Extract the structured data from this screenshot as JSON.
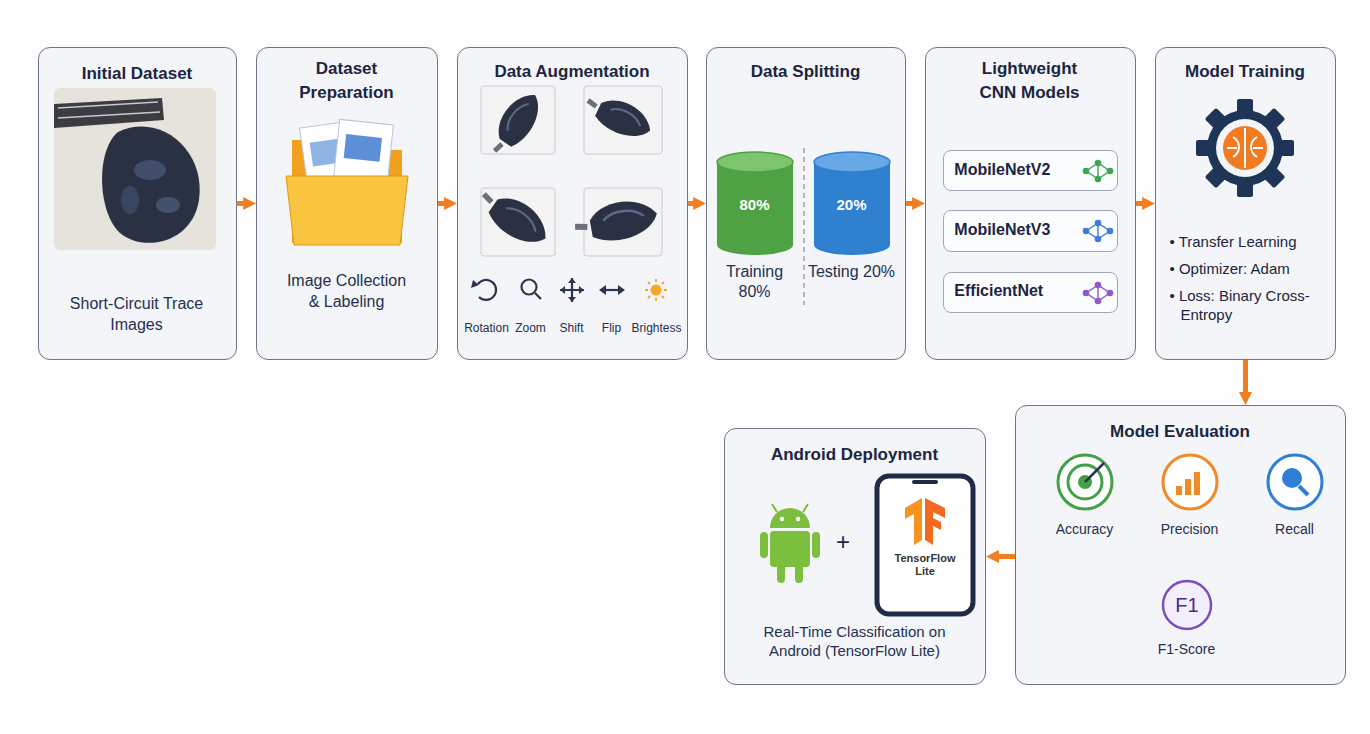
{
  "diagram": {
    "nodes": [
      {
        "text": [
          "Initial Dataset",
          "Short-Circuit Trace Images"
        ]
      },
      {
        "text": [
          "Dataset Preparation",
          "Image Collection & Labeling"
        ]
      },
      {
        "text": [
          "Data Augmentation",
          "Rotation",
          "Zoom",
          "Shift",
          "Flip",
          "Brightess"
        ]
      },
      {
        "text": [
          "Data Splitting"
        ]
      },
      {
        "text": [
          "80%",
          "Training 80%"
        ],
        "in": 3
      },
      {
        "text": [
          "20%",
          "Testing 20%"
        ],
        "in": 3
      },
      {
        "text": [
          "Lightweight CNN Models"
        ]
      },
      {
        "text": [
          "MobileNetV2"
        ],
        "in": 6
      },
      {
        "text": [
          "MobileNetV3"
        ],
        "in": 6
      },
      {
        "text": [
          "EfficientNet"
        ],
        "in": 6
      },
      {
        "text": [
          "Model Training",
          "• Transfer Learning",
          "• Optimizer: Adam",
          "• Loss: Binary Cross-Entropy"
        ]
      },
      {
        "text": [
          "Model Evaluation",
          "Accuracy",
          "Precision",
          "Recall",
          "F1-Score"
        ]
      },
      {
        "text": [
          "Android Deployment",
          "Real-Time Classification on Android (TensorFlow Lite)"
        ]
      }
    ],
    "edges": [
      {
        "from": 0,
        "to": 1,
        "arrow": "to"
      },
      {
        "from": 1,
        "to": 2,
        "arrow": "to"
      },
      {
        "from": 2,
        "to": 3,
        "arrow": "to"
      },
      {
        "from": 3,
        "to": 6,
        "arrow": "to"
      },
      {
        "from": 6,
        "to": 10,
        "arrow": "to"
      },
      {
        "from": 10,
        "to": 11,
        "arrow": "to"
      },
      {
        "from": 11,
        "to": 12,
        "arrow": "to"
      }
    ],
    "labels": [
      "+",
      "TensorFlow Lite",
      "F1"
    ]
  }
}
